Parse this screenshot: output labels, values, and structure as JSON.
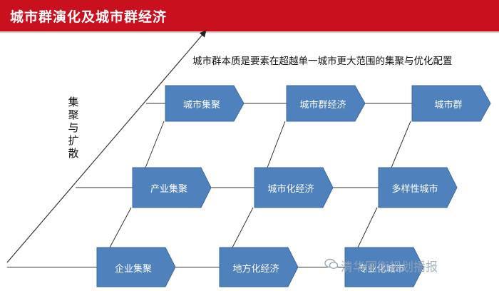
{
  "header": {
    "title": "城市群演化及城市群经济"
  },
  "caption": "城市群本质是要素在超越单一城市更大范围的集聚与优化配置",
  "axis_label": "集聚与扩散",
  "rows": [
    {
      "boxes": [
        "城市集聚",
        "城市群经济",
        "城市群"
      ]
    },
    {
      "boxes": [
        "产业集聚",
        "城市化经济",
        "多样性城市"
      ]
    },
    {
      "boxes": [
        "企业集聚",
        "地方化经济",
        "专业化城市"
      ]
    }
  ],
  "watermark": "清华同衡规划播报",
  "colors": {
    "header": "#c8101e",
    "box_fill": "#4f81bd",
    "box_stroke": "#41699a"
  }
}
